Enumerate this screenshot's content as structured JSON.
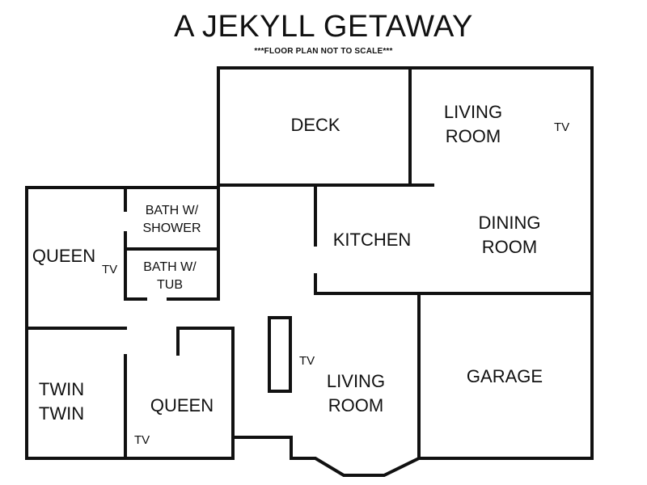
{
  "title": "A JEKYLL GETAWAY",
  "subtitle": "***FLOOR PLAN NOT TO SCALE***",
  "rooms": {
    "deck": "DECK",
    "living_room_top": {
      "line1": "LIVING",
      "line2": "ROOM"
    },
    "bath_shower": {
      "line1": "BATH W/",
      "line2": "SHOWER"
    },
    "bath_tub": {
      "line1": "BATH W/",
      "line2": "TUB"
    },
    "queen_left": "QUEEN",
    "kitchen": "KITCHEN",
    "dining_room": {
      "line1": "DINING",
      "line2": "ROOM"
    },
    "twin_room": {
      "line1": "TWIN",
      "line2": "TWIN"
    },
    "queen_bottom": "QUEEN",
    "living_room_bottom": {
      "line1": "LIVING",
      "line2": "ROOM"
    },
    "garage": "GARAGE"
  },
  "tv_label": "TV"
}
